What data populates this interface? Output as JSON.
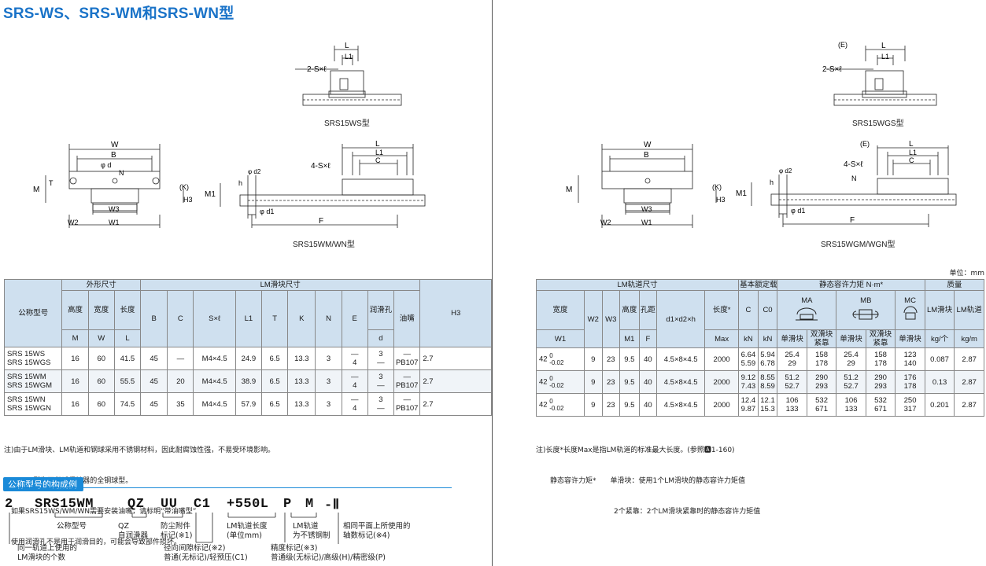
{
  "title": "SRS-WS、SRS-WM和SRS-WN型",
  "unit": "单位：mm",
  "captions": {
    "srs15ws": "SRS15WS型",
    "srs15wgs": "SRS15WGS型",
    "srs15wm": "SRS15WM/WN型",
    "srs15wgm": "SRS15WGM/WGN型"
  },
  "dims": {
    "W": "W",
    "B": "B",
    "L": "L",
    "L1": "L1",
    "C": "C",
    "M": "M",
    "T": "T",
    "K": "(K)",
    "H3": "H3",
    "W1": "W1",
    "W2": "W2",
    "W3": "W3",
    "M1": "M1",
    "F": "F",
    "d1": "φd1",
    "d2": "φd2",
    "h": "h",
    "N": "N",
    "phid": "φd",
    "SxL": "2-S×ℓ",
    "4SxL": "4-S×ℓ",
    "E": "(E)"
  },
  "table": {
    "group_headers": {
      "model": "公称型号",
      "outer": "外形尺寸",
      "lm_block": "LM滑块尺寸",
      "lm_rail": "LM轨道尺寸",
      "rating": "基本额定载荷",
      "moment": "静态容许力矩 N·m*",
      "mass": "质量"
    },
    "col_headers": {
      "height": "高度",
      "width": "宽度",
      "length": "长度",
      "lube_hole": "润滑孔",
      "nipple": "油嘴",
      "rail_width": "宽度",
      "rail_height": "高度",
      "pitch": "孔距",
      "rail_len": "长度*",
      "C": "C",
      "C0": "C0",
      "MA": "MA",
      "MB": "MB",
      "MC": "MC",
      "single1": "单滑块",
      "double1": "双滑块\n紧靠",
      "single2": "单滑块",
      "double2": "双滑块\n紧靠",
      "single3": "单滑块",
      "block_mass": "LM滑块",
      "rail_mass": "LM轨道"
    },
    "sym": [
      "M",
      "W",
      "L",
      "B",
      "C",
      "S×ℓ",
      "L1",
      "T",
      "K",
      "N",
      "E",
      "d",
      "H3",
      "W1",
      "W2",
      "W3",
      "M1",
      "F",
      "d1×d2×h",
      "Max",
      "kN",
      "kN",
      "单滑块",
      "双滑块紧靠",
      "单滑块",
      "双滑块紧靠",
      "单滑块",
      "kg/个",
      "kg/m"
    ],
    "rows": [
      {
        "m1": "SRS 15WS",
        "m2": "SRS 15WGS",
        "M": "16",
        "W": "60",
        "L": "41.5",
        "B": "45",
        "C": "—",
        "S": "M4×4.5",
        "L1": "24.9",
        "T": "6.5",
        "K": "13.3",
        "N": "3",
        "E1": "—",
        "E2": "4",
        "d1": "3",
        "d2": "—",
        "nip1": "—",
        "nip2": "PB107",
        "H3": "2.7",
        "W1a": "42",
        "W1b": "0",
        "W1c": "-0.02",
        "W2": "9",
        "W3": "23",
        "M1": "9.5",
        "F": "40",
        "dd": "4.5×8×4.5",
        "Max": "2000",
        "C1": "6.64",
        "C2": "5.59",
        "C01": "5.94",
        "C02": "6.78",
        "MA1a": "25.4",
        "MA1b": "29",
        "MA2a": "158",
        "MA2b": "178",
        "MB1a": "25.4",
        "MB1b": "29",
        "MB2a": "158",
        "MB2b": "178",
        "MC1": "123",
        "MC2": "140",
        "mb": "0.087",
        "mr": "2.87"
      },
      {
        "m1": "SRS 15WM",
        "m2": "SRS 15WGM",
        "M": "16",
        "W": "60",
        "L": "55.5",
        "B": "45",
        "C": "20",
        "S": "M4×4.5",
        "L1": "38.9",
        "T": "6.5",
        "K": "13.3",
        "N": "3",
        "E1": "—",
        "E2": "4",
        "d1": "3",
        "d2": "—",
        "nip1": "—",
        "nip2": "PB107",
        "H3": "2.7",
        "W1a": "42",
        "W1b": "0",
        "W1c": "-0.02",
        "W2": "9",
        "W3": "23",
        "M1": "9.5",
        "F": "40",
        "dd": "4.5×8×4.5",
        "Max": "2000",
        "C1": "9.12",
        "C2": "7.43",
        "C01": "8.55",
        "C02": "8.59",
        "MA1a": "51.2",
        "MA1b": "52.7",
        "MA2a": "290",
        "MA2b": "293",
        "MB1a": "51.2",
        "MB1b": "52.7",
        "MB2a": "290",
        "MB2b": "293",
        "MC1": "176",
        "MC2": "178",
        "mb": "0.13",
        "mr": "2.87"
      },
      {
        "m1": "SRS 15WN",
        "m2": "SRS 15WGN",
        "M": "16",
        "W": "60",
        "L": "74.5",
        "B": "45",
        "C": "35",
        "S": "M4×4.5",
        "L1": "57.9",
        "T": "6.5",
        "K": "13.3",
        "N": "3",
        "E1": "—",
        "E2": "4",
        "d1": "3",
        "d2": "—",
        "nip1": "—",
        "nip2": "PB107",
        "H3": "2.7",
        "W1a": "42",
        "W1b": "0",
        "W1c": "-0.02",
        "W2": "9",
        "W3": "23",
        "M1": "9.5",
        "F": "40",
        "dd": "4.5×8×4.5",
        "Max": "2000",
        "C1": "12.4",
        "C2": "9.87",
        "C01": "12.1",
        "C02": "15.3",
        "MA1a": "106",
        "MA1b": "133",
        "MA2a": "532",
        "MA2b": "671",
        "MB1a": "106",
        "MB1b": "133",
        "MB2a": "532",
        "MB2b": "671",
        "MC1": "250",
        "MC2": "317",
        "mb": "0.201",
        "mr": "2.87"
      }
    ]
  },
  "notes_left": [
    "注)由于LM滑块、LM轨道和钢球采用不锈钢材料，因此耐腐蚀性强，不易受环境影响。",
    "　SRS-G型为不带球保持器的全钢球型。",
    "　如果SRS15WS/WM/WN需要安装油嘴，请标明“带油嘴型”",
    "　使用润滑孔不是用于润滑目的，可能会导致部件损坏。"
  ],
  "notes_right": [
    "注)长度*长度Max是指LM轨道的标准最大长度。(参照🅰1-160)",
    "　　静态容许力矩*　　单滑块：使用1个LM滑块的静态容许力矩值",
    "　　　　　　　　　　　2个紧靠：2个LM滑块紧靠时的静态容许力矩值"
  ],
  "example": {
    "badge": "公称型号的构成例",
    "parts": [
      "2",
      "SRS15WM",
      "QZ",
      "UU",
      "C1",
      "+550L",
      "P",
      "M",
      "-Ⅱ"
    ],
    "labels": {
      "model": "公称型号",
      "qz": "QZ\n自润滑器",
      "uu": "防尘附件\n标记(※1)",
      "c1": "径向间隙标记(※2)\n普通(无标记)/轻预压(C1)",
      "len": "LM轨道长度\n(单位mm)",
      "p": "精度标记(※3)\n普通级(无标记)/高级(H)/精密级(P)",
      "m": "LM轨道\n为不锈钢制",
      "ii": "相同平面上所使用的\n轴数标记(※4)",
      "num": "同一轨道上使用的\nLM滑块的个数"
    }
  }
}
